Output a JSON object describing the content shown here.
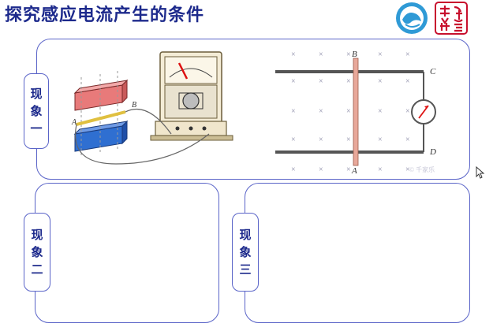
{
  "slide": {
    "title": "探究感应电流产生的条件"
  },
  "logos": {
    "left": "school-emblem-icon",
    "right": "calligraphy-seal-icon",
    "right_text": "樂志 品德"
  },
  "panels": {
    "phenomenon_1": {
      "label": [
        "现",
        "象",
        "一"
      ]
    },
    "phenomenon_2": {
      "label": [
        "现",
        "象",
        "二"
      ]
    },
    "phenomenon_3": {
      "label": [
        "现",
        "象",
        "三"
      ]
    }
  },
  "apparatus_figure": {
    "labels": {
      "A": "A",
      "B": "B"
    }
  },
  "circuit_figure": {
    "labels": {
      "B": "B",
      "A": "A",
      "C": "C",
      "D": "D"
    },
    "field_symbol": "×",
    "watermark": "© 千家乐"
  },
  "colors": {
    "accent": "#1d2a8c",
    "panel_border": "#5a64c8",
    "rail": "#555555",
    "rod": "#e8a89a"
  }
}
